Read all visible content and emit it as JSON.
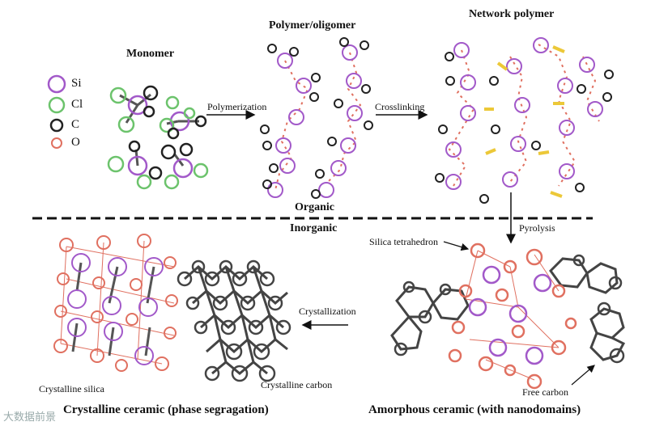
{
  "titles": {
    "monomer": "Monomer",
    "polymer": "Polymer/oligomer",
    "network": "Network polymer",
    "organic": "Organic",
    "inorganic": "Inorganic",
    "crystalline": "Crystalline ceramic (phase segragation)",
    "amorphous": "Amorphous ceramic (with nanodomains)"
  },
  "legend": [
    {
      "label": "Si",
      "color": "#a259c9"
    },
    {
      "label": "Cl",
      "color": "#6cc36c"
    },
    {
      "label": "C",
      "color": "#222222"
    },
    {
      "label": "O",
      "color": "#e07060"
    }
  ],
  "arrows": {
    "polymerization": "Polymerization",
    "crosslinking": "Crosslinking",
    "pyrolysis": "Pyrolysis",
    "crystallization": "Crystallization"
  },
  "annotations": {
    "silica_tetrahedron": "Silica tetrahedron",
    "crystalline_silica": "Crystalline silica",
    "crystalline_carbon": "Crystalline carbon",
    "free_carbon": "Free carbon"
  },
  "watermark": "大数据前景"
}
